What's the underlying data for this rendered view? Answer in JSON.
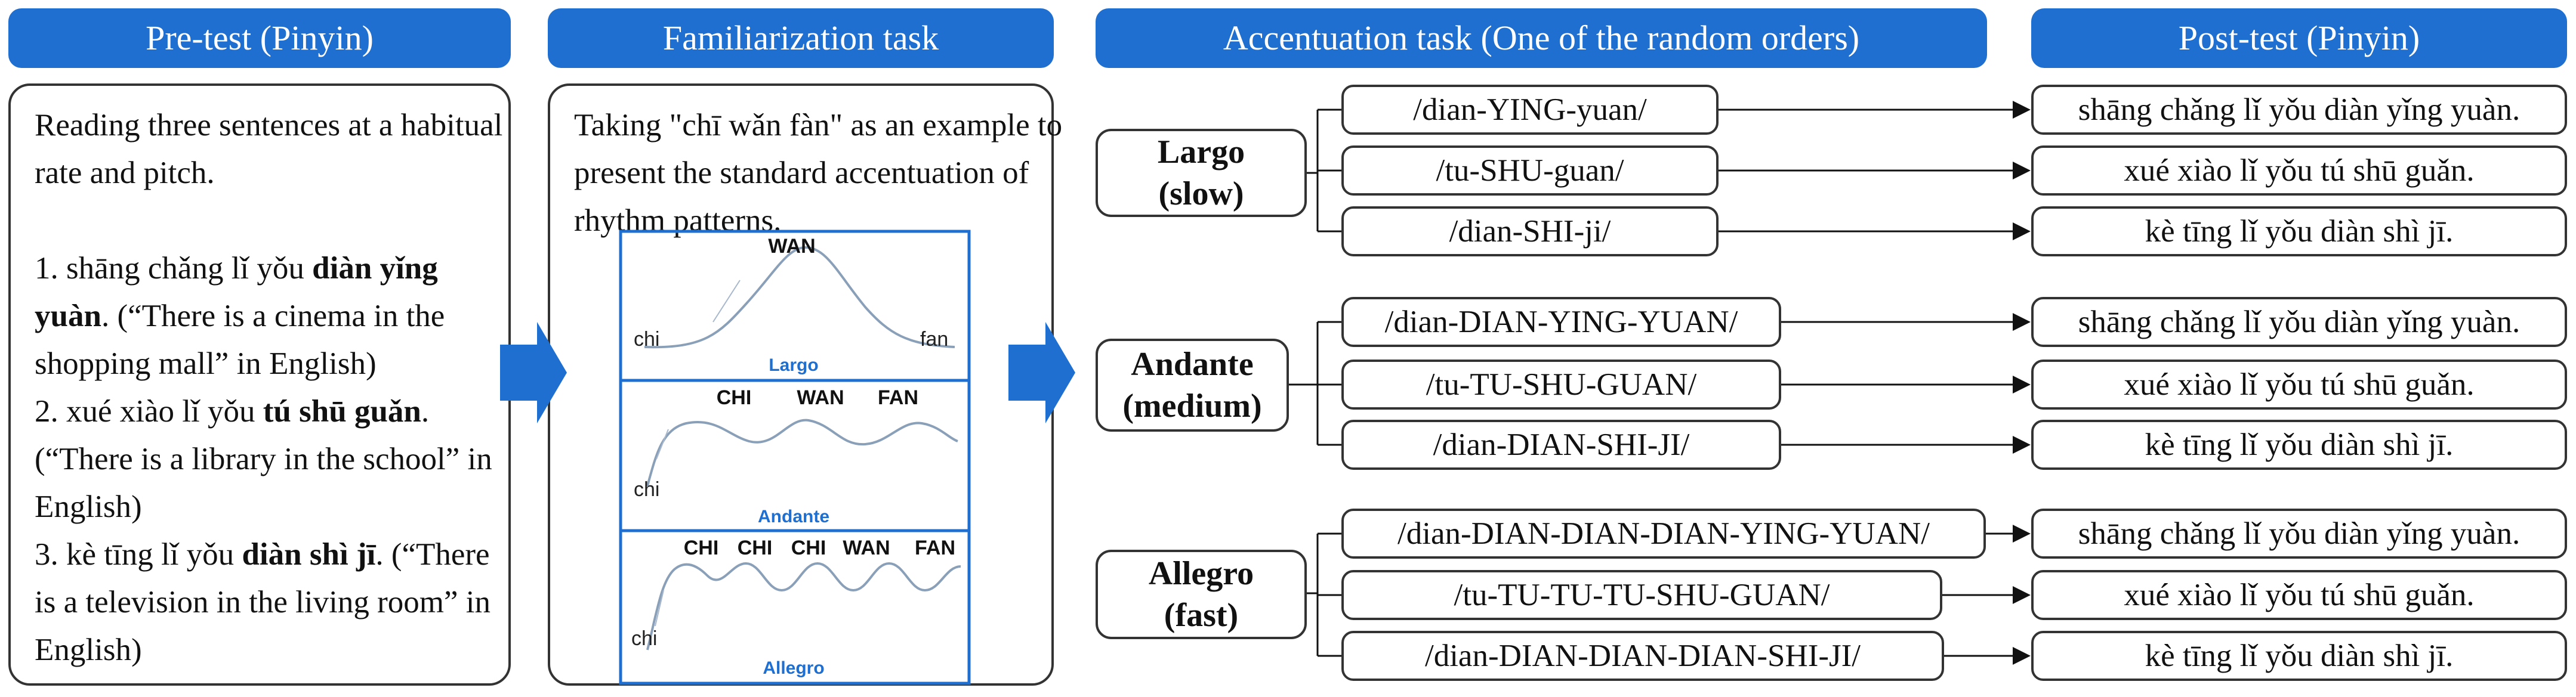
{
  "colors": {
    "header_bg": "#1f6fd0",
    "header_text": "#ffffff",
    "border": "#333333",
    "wave_line": "#8aa0b8",
    "wave_label": "#1f6fd0"
  },
  "headers": {
    "pretest": "Pre-test (Pinyin)",
    "familiarization": "Familiarization task",
    "accentuation": "Accentuation task (One of the random orders)",
    "posttest": "Post-test (Pinyin)"
  },
  "pretest": {
    "intro": "Reading three sentences at a habitual rate and pitch.",
    "s1": {
      "a": "1. shāng chǎng lǐ yǒu ",
      "b": "diàn yǐng yuàn",
      "c": ". (“There is a cinema in the shopping mall” in English)"
    },
    "s2": {
      "a": "2. xué xiào lǐ yǒu ",
      "b": "tú shū guǎn",
      "c": ". (“There is a library in the school” in English)"
    },
    "s3": {
      "a": "3. kè tīng lǐ yǒu ",
      "b": "diàn shì jī",
      "c": ". (“There is a television in the living room” in English)"
    }
  },
  "familiarization": {
    "text": "Taking \"chī wǎn fàn\" as an example to present the standard accentuation of rhythm patterns.",
    "largo": {
      "top": "WAN",
      "left": "chi",
      "right": "fan",
      "name": "Largo"
    },
    "andante": {
      "top": [
        "CHI",
        "WAN",
        "FAN"
      ],
      "left": "chi",
      "name": "Andante"
    },
    "allegro": {
      "top": [
        "CHI",
        "CHI",
        "CHI",
        "WAN",
        "FAN"
      ],
      "left": "chi",
      "name": "Allegro"
    }
  },
  "tempos": [
    {
      "name": "Largo",
      "speed": "(slow)",
      "items": [
        "/dian-YING-yuan/",
        "/tu-SHU-guan/",
        "/dian-SHI-ji/"
      ],
      "post": [
        "shāng chǎng lǐ yǒu diàn yǐng yuàn.",
        "xué xiào lǐ yǒu tú shū guǎn.",
        "kè tīng lǐ yǒu diàn shì jī."
      ]
    },
    {
      "name": "Andante",
      "speed": "(medium)",
      "items": [
        "/dian-DIAN-YING-YUAN/",
        "/tu-TU-SHU-GUAN/",
        "/dian-DIAN-SHI-JI/"
      ],
      "post": [
        "shāng chǎng lǐ yǒu diàn yǐng yuàn.",
        "xué xiào lǐ yǒu tú shū guǎn.",
        "kè tīng lǐ yǒu diàn shì jī."
      ]
    },
    {
      "name": "Allegro",
      "speed": "(fast)",
      "items": [
        "/dian-DIAN-DIAN-DIAN-YING-YUAN/",
        "/tu-TU-TU-TU-SHU-GUAN/",
        "/dian-DIAN-DIAN-DIAN-SHI-JI/"
      ],
      "post": [
        "shāng chǎng lǐ yǒu diàn yǐng yuàn.",
        "xué xiào lǐ yǒu tú shū guǎn.",
        "kè tīng lǐ yǒu diàn shì jī."
      ]
    }
  ]
}
